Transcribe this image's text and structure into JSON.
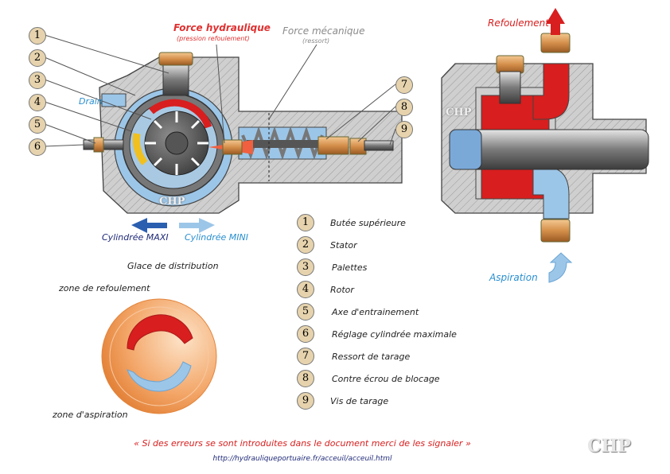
{
  "colors": {
    "refoulement": "#d81e1e",
    "aspiration": "#9cc6e8",
    "body": "#c9c9c9",
    "brass": "#d99a5a",
    "label_red": "#e03030",
    "label_blue": "#2a8fd0",
    "label_navy": "#1f2a78"
  },
  "labels": {
    "force_hydraulique": "Force hydraulique",
    "pression_refoulement": "(pression refoulement)",
    "force_mecanique": "Force mécanique",
    "ressort": "(ressort)",
    "drain": "Drain",
    "cylindree_maxi": "Cylindrée MAXI",
    "cylindree_mini": "Cylindrée MINI",
    "refoulement_right": "Refoulement",
    "aspiration_right": "Aspiration",
    "brand_left": "CHP",
    "brand_right": "CHP",
    "brand_corner": "CHP"
  },
  "markers": [
    "1",
    "2",
    "3",
    "4",
    "5",
    "6",
    "7",
    "8",
    "9"
  ],
  "legend": [
    {
      "num": "1",
      "text": "Butée supérieure"
    },
    {
      "num": "2",
      "text": "Stator"
    },
    {
      "num": "3",
      "text": "Palettes"
    },
    {
      "num": "4",
      "text": "Rotor"
    },
    {
      "num": "5",
      "text": "Axe d'entrainement"
    },
    {
      "num": "6",
      "text": "Réglage cylindrée maximale"
    },
    {
      "num": "7",
      "text": "Ressort de tarage"
    },
    {
      "num": "8",
      "text": "Contre écrou de blocage"
    },
    {
      "num": "9",
      "text": "Vis de tarage"
    }
  ],
  "distribution": {
    "title": "Glace de distribution",
    "zone_refoulement": "zone de refoulement",
    "zone_aspiration": "zone d'aspiration"
  },
  "footer": {
    "notice": "« Si des erreurs se sont introduites dans le document merci de les signaler »",
    "url": "http://hydrauliqueportuaire.fr/acceuil/acceuil.html"
  }
}
